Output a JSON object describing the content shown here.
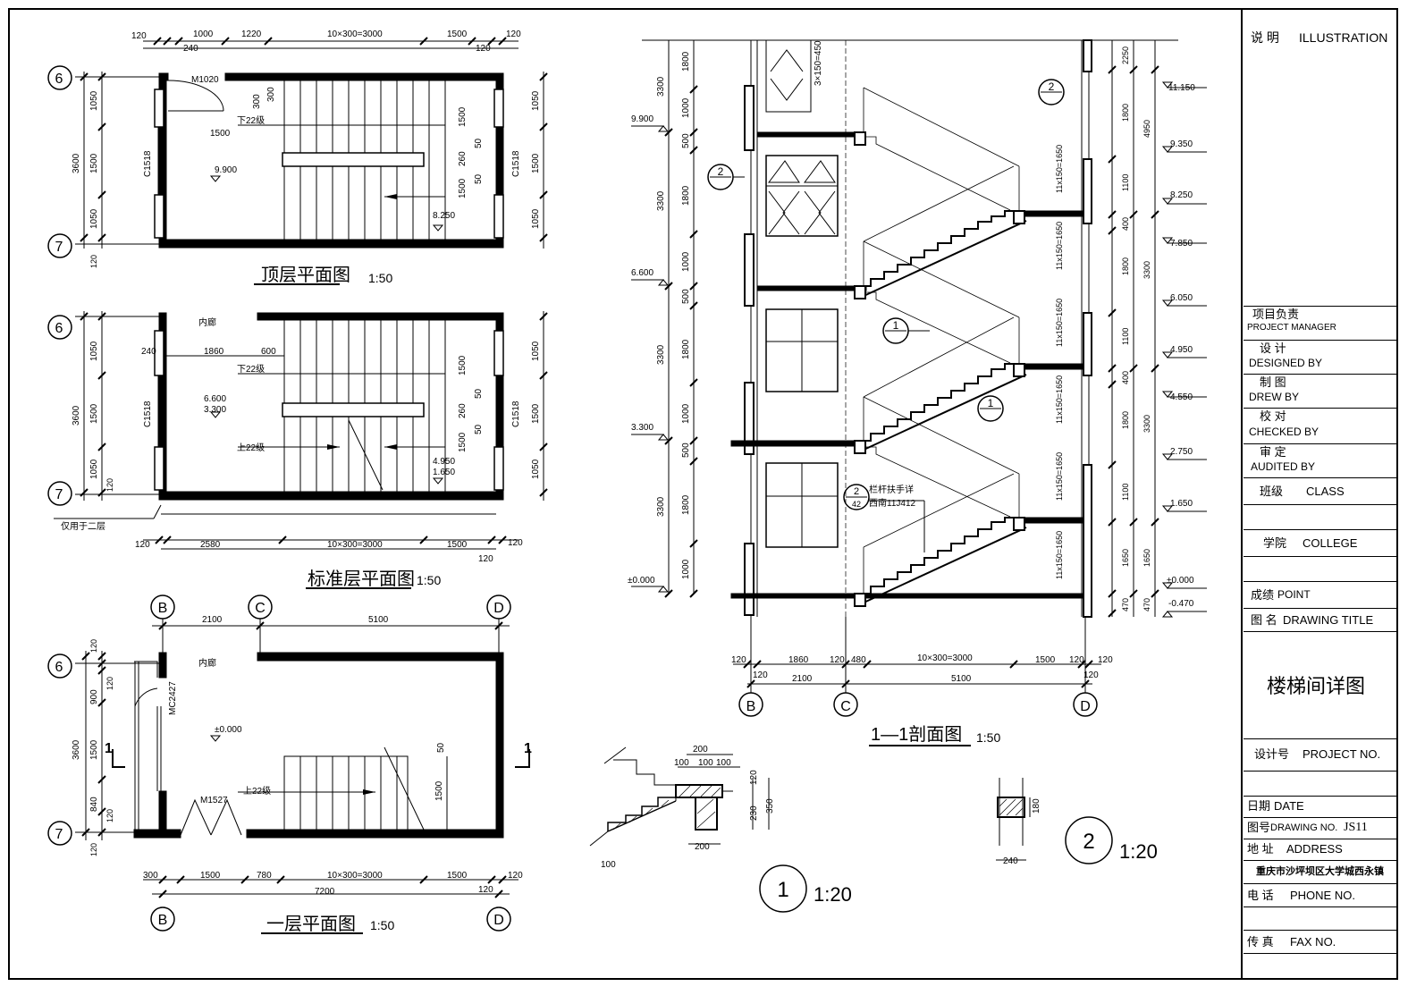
{
  "colors": {
    "line": "#000000",
    "background": "#ffffff",
    "wall_fill": "#000000"
  },
  "plans": {
    "top": {
      "title": "顶层平面图",
      "scale": "1:50"
    },
    "standard": {
      "title": "标准层平面图",
      "scale": "1:50"
    },
    "ground": {
      "title": "一层平面图",
      "scale": "1:50"
    }
  },
  "axes": {
    "six": "6",
    "seven": "7",
    "b": "B",
    "c": "C",
    "d": "D"
  },
  "top_plan": {
    "dims_top": [
      "120",
      "240",
      "1000",
      "1220",
      "10×300=3000",
      "1500",
      "120",
      "120",
      "120"
    ],
    "dims_left": [
      "1050",
      "1500",
      "1050",
      "3600",
      "120"
    ],
    "dims_right": [
      "1050",
      "1500",
      "1050"
    ],
    "door": "M1020",
    "window_left": "C1518",
    "window_right": "C1518",
    "stair_label": "下22级",
    "landing": "1500",
    "level_main": "9.900",
    "level_landing": "8.250",
    "inner_dims": [
      "1500",
      "50",
      "260",
      "50",
      "1500",
      "300",
      "300"
    ]
  },
  "standard_plan": {
    "corridor": "内廊",
    "dims_top": [
      "240",
      "1860",
      "600"
    ],
    "dims_left": [
      "1050",
      "1500",
      "1050",
      "3600",
      "120"
    ],
    "dims_right": [
      "1050",
      "1500",
      "1050"
    ],
    "window_left": "C1518",
    "window_right": "C1518",
    "stair_down": "下22级",
    "stair_up": "上22级",
    "level_main_1": "6.600",
    "level_main_2": "3.300",
    "level_landing_1": "4.950",
    "level_landing_2": "1.650",
    "inner_dims": [
      "1500",
      "50",
      "260",
      "50",
      "1500"
    ],
    "note": "仅用于二层",
    "dims_bottom": [
      "120",
      "2580",
      "10×300=3000",
      "1500",
      "120",
      "120"
    ]
  },
  "ground_plan": {
    "corridor": "内廊",
    "dims_top": [
      "2100",
      "5100"
    ],
    "dims_left": [
      "120",
      "900",
      "1500",
      "840",
      "120",
      "3600",
      "120",
      "120",
      "120"
    ],
    "door_side": "MC2427",
    "door_front": "M1527",
    "level": "±0.000",
    "stair_up": "上22级",
    "section_mark": "1",
    "inner_dims": [
      "50",
      "1500"
    ],
    "dims_bottom": [
      "300",
      "1500",
      "780",
      "10×300=3000",
      "1500",
      "120",
      "7200",
      "120"
    ]
  },
  "section": {
    "title": "1—1剖面图",
    "scale": "1:50",
    "window_note": "3×150=450",
    "levels_left": [
      "9.900",
      "6.600",
      "3.300",
      "±0.000"
    ],
    "dims_left_outer": [
      "3300",
      "3300",
      "3300",
      "3300"
    ],
    "dims_left_inner": [
      "1800",
      "1000",
      "500",
      "1800",
      "1000",
      "500",
      "1800",
      "1000",
      "500",
      "1800",
      "1000"
    ],
    "flights": [
      "11x150=1650",
      "11x150=1650",
      "11x150=1650",
      "11x150=1650",
      "11x150=1650",
      "11x150=1650"
    ],
    "dims_right_1": [
      "2250",
      "1800",
      "1100",
      "400",
      "1800",
      "1100",
      "400",
      "1800",
      "1100",
      "1650",
      "470"
    ],
    "dims_right_2": [
      "4950",
      "3300",
      "3300",
      "1650",
      "470"
    ],
    "levels_right": [
      "11.150",
      "9.350",
      "8.250",
      "7.850",
      "6.050",
      "4.950",
      "4.550",
      "2.750",
      "1.650",
      "±0.000",
      "-0.470"
    ],
    "railing_note_1": "栏杆扶手详",
    "railing_note_2": "西南11J412",
    "detail_ref_num": "2",
    "detail_ref_den": "42",
    "callouts": [
      "2",
      "2",
      "1",
      "1"
    ],
    "dims_bottom": [
      "120",
      "1860",
      "120",
      "480",
      "10×300=3000",
      "1500",
      "120",
      "120",
      "2100",
      "120",
      "5100",
      "120"
    ]
  },
  "detail1": {
    "num": "1",
    "scale": "1:20",
    "dims": [
      "200",
      "100",
      "100",
      "100",
      "120",
      "230",
      "350",
      "200",
      "100"
    ]
  },
  "detail2": {
    "num": "2",
    "scale": "1:20",
    "dims": [
      "180",
      "240"
    ]
  },
  "title_block": {
    "illustration_cn": "说 明",
    "illustration_en": "ILLUSTRATION",
    "pm_cn": "项目负责",
    "pm_en": "PROJECT MANAGER",
    "designed_cn": "设 计",
    "designed_en": "DESIGNED BY",
    "drew_cn": "制 图",
    "drew_en": "DREW BY",
    "checked_cn": "校 对",
    "checked_en": "CHECKED BY",
    "audited_cn": "审 定",
    "audited_en": "AUDITED BY",
    "class_cn": "班级",
    "class_en": "CLASS",
    "college_cn": "学院",
    "college_en": "COLLEGE",
    "point_cn": "成绩",
    "point_en": "POINT",
    "title_cn": "图 名",
    "title_en": "DRAWING TITLE",
    "drawing_title": "楼梯间详图",
    "project_cn": "设计号",
    "project_en": "PROJECT NO.",
    "date_cn": "日期",
    "date_en": "DATE",
    "drawing_no_cn": "图号",
    "drawing_no_en": "DRAWING NO.",
    "drawing_no": "JS11",
    "address_cn": "地 址",
    "address_en": "ADDRESS",
    "address": "重庆市沙坪坝区大学城西永镇",
    "phone_cn": "电 话",
    "phone_en": "PHONE NO.",
    "fax_cn": "传 真",
    "fax_en": "FAX NO."
  }
}
